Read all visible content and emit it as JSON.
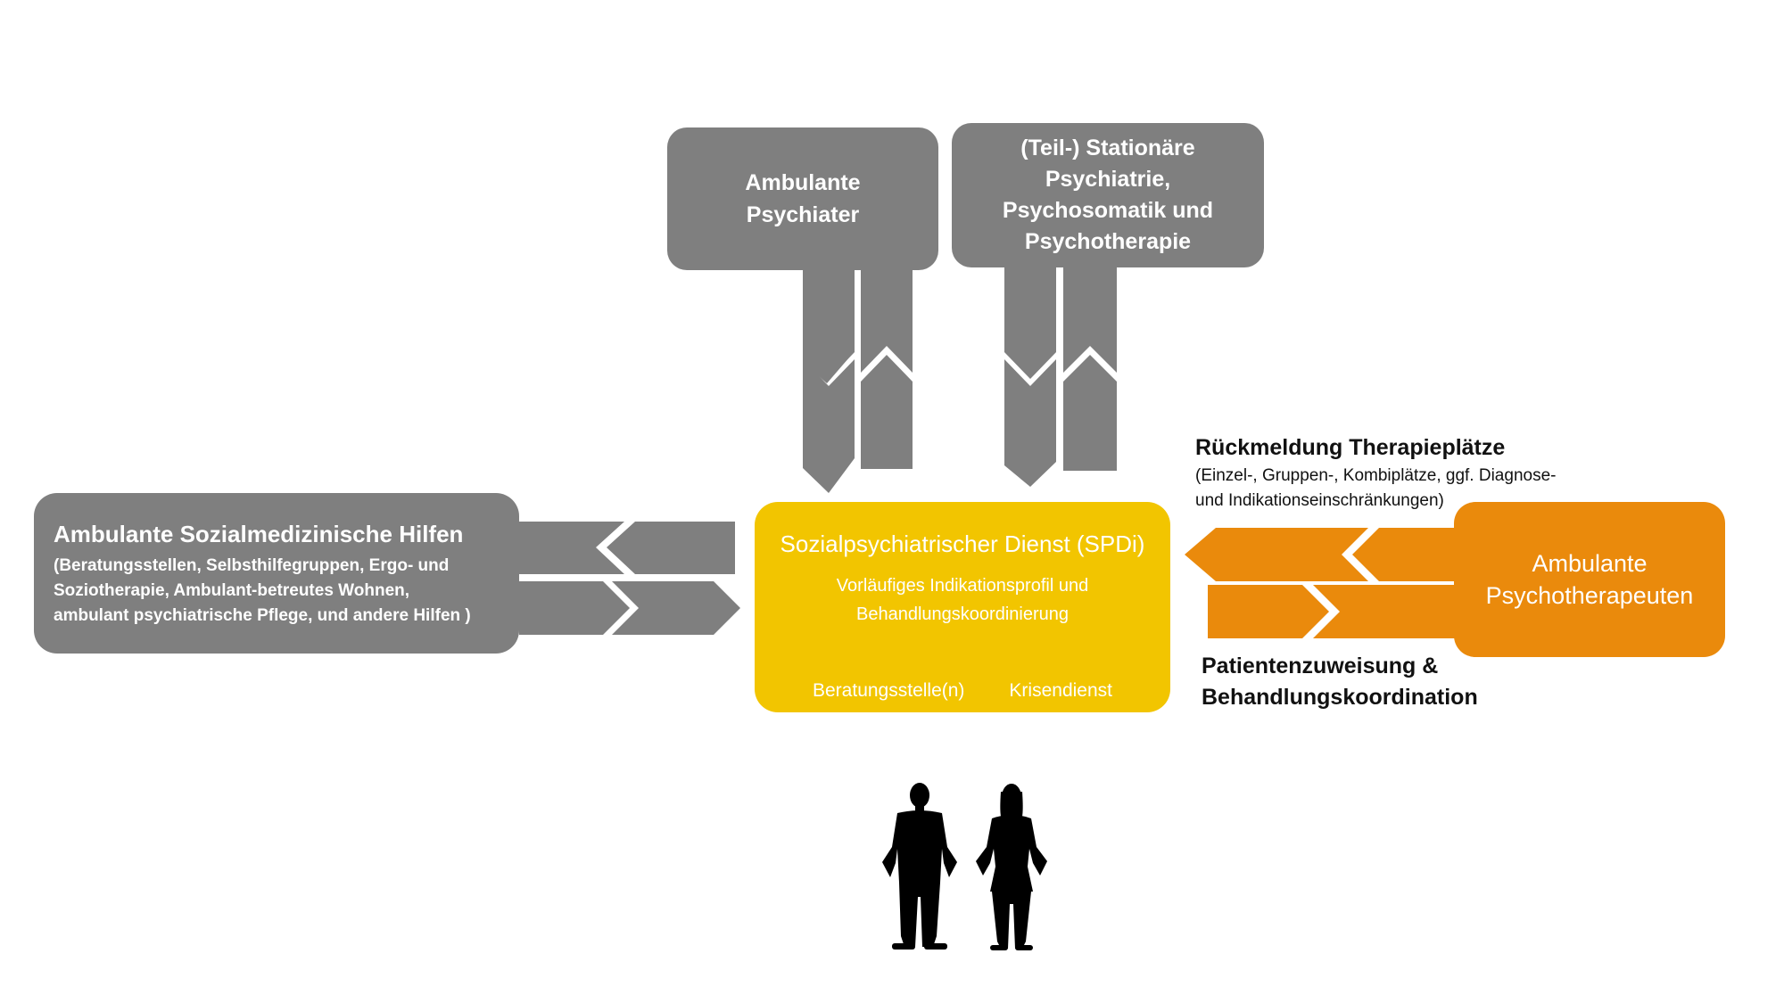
{
  "top_left_box": {
    "lines": [
      "Ambulante",
      "Psychiater"
    ]
  },
  "top_right_box": {
    "lines": [
      "(Teil-) Stationäre",
      "Psychiatrie,",
      "Psychosomatik und",
      "Psychotherapie"
    ]
  },
  "left_box": {
    "title": "Ambulante Sozialmedizinische Hilfen",
    "desc_lines": [
      "(Beratungsstellen, Selbsthilfegruppen, Ergo- und",
      "Soziotherapie, Ambulant-betreutes Wohnen,",
      "ambulant psychiatrische Pflege, und andere Hilfen )"
    ]
  },
  "center_box": {
    "title": "Sozialpsychiatrischer Dienst (SPDi)",
    "subtitle_lines": [
      "Vorläufiges Indikationsprofil und",
      "Behandlungskoordinierung"
    ],
    "footer_left": "Beratungsstelle(n)",
    "footer_right": "Krisendienst"
  },
  "right_box": {
    "lines": [
      "Ambulante",
      "Psychotherapeuten"
    ]
  },
  "feedback_label": {
    "title": "Rückmeldung Therapieplätze",
    "desc_lines": [
      "(Einzel-, Gruppen-, Kombiplätze, ggf. Diagnose-",
      "und Indikationseinschränkungen)"
    ]
  },
  "referral_label": {
    "lines": [
      "Patientenzuweisung &",
      "Behandlungskoordination"
    ]
  },
  "colors": {
    "gray": "#7f7f7f",
    "yellow": "#f2c500",
    "orange": "#ea8a0c",
    "silhouette": "#000000"
  }
}
